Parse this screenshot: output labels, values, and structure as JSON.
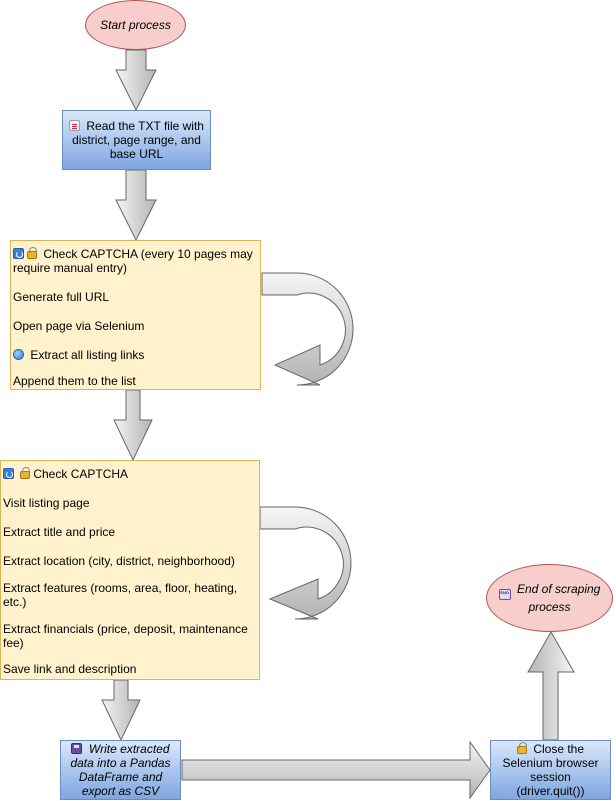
{
  "nodes": {
    "start": {
      "text": "Start process"
    },
    "read_txt": {
      "icon": "document-icon",
      "text": "Read the TXT file with district, page range, and base URL"
    },
    "page_loop": {
      "lines": [
        {
          "icons": [
            "loop-icon",
            "lock-icon"
          ],
          "text": "Check CAPTCHA (every 10 pages may require manual entry)"
        },
        {
          "icons": [],
          "text": "Generate full URL"
        },
        {
          "icons": [],
          "text": "Open page via Selenium"
        },
        {
          "icons": [
            "globe-icon"
          ],
          "text": "Extract all listing links"
        },
        {
          "icons": [],
          "text": "Append them to the list"
        }
      ]
    },
    "listing_loop": {
      "lines": [
        {
          "icons": [
            "loop-icon",
            "lock-icon"
          ],
          "text": "Check CAPTCHA"
        },
        {
          "icons": [],
          "text": "Visit listing page"
        },
        {
          "icons": [],
          "text": "Extract title and price"
        },
        {
          "icons": [],
          "text": "Extract location (city, district, neighborhood)"
        },
        {
          "icons": [],
          "text": "Extract features (rooms, area, floor, heating, etc.)"
        },
        {
          "icons": [],
          "text": "Extract financials (price, deposit, maintenance fee)"
        },
        {
          "icons": [],
          "text": "Save link and description"
        }
      ]
    },
    "write_csv": {
      "icon": "save-icon",
      "text": "Write extracted data into a Pandas DataFrame and export as CSV"
    },
    "close_browser": {
      "icon": "lock-icon",
      "text": "Close the Selenium browser session (driver.quit())"
    },
    "end": {
      "icon": "end-icon",
      "icon_text": "END",
      "text": "End of scraping process"
    }
  },
  "edges": [
    {
      "from": "start",
      "to": "read_txt"
    },
    {
      "from": "read_txt",
      "to": "page_loop"
    },
    {
      "from": "page_loop",
      "to": "page_loop"
    },
    {
      "from": "page_loop",
      "to": "listing_loop"
    },
    {
      "from": "listing_loop",
      "to": "listing_loop"
    },
    {
      "from": "listing_loop",
      "to": "write_csv"
    },
    {
      "from": "write_csv",
      "to": "close_browser"
    },
    {
      "from": "close_browser",
      "to": "end"
    }
  ],
  "colors": {
    "terminal_fill": "#f8cecc",
    "terminal_stroke": "#b85450",
    "process_fill_top": "#dae8fc",
    "process_fill_bottom": "#7ea6e0",
    "process_stroke": "#6c8ebf",
    "note_fill": "#fff2cc",
    "note_stroke": "#d6b656",
    "arrow_fill_light": "#f5f5f5",
    "arrow_fill_dark": "#b3b3b3",
    "arrow_stroke": "#666666"
  }
}
